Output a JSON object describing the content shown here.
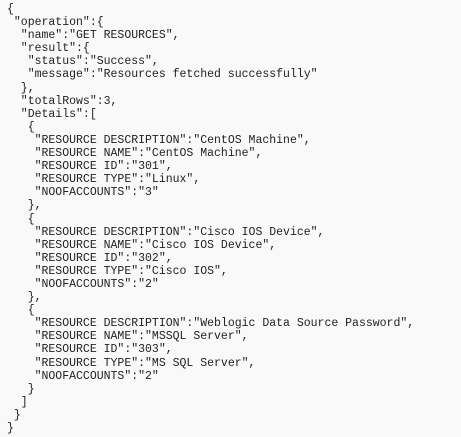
{
  "code": {
    "lines": [
      "{",
      " \"operation\":{",
      "  \"name\":\"GET RESOURCES\",",
      "  \"result\":{",
      "   \"status\":\"Success\",",
      "   \"message\":\"Resources fetched successfully\"",
      "  },",
      "  \"totalRows\":3,",
      "  \"Details\":[",
      "   {",
      "    \"RESOURCE DESCRIPTION\":\"CentOS Machine\",",
      "    \"RESOURCE NAME\":\"CentOS Machine\",",
      "    \"RESOURCE ID\":\"301\",",
      "    \"RESOURCE TYPE\":\"Linux\",",
      "    \"NOOFACCOUNTS\":\"3\"",
      "   },",
      "   {",
      "    \"RESOURCE DESCRIPTION\":\"Cisco IOS Device\",",
      "    \"RESOURCE NAME\":\"Cisco IOS Device\",",
      "    \"RESOURCE ID\":\"302\",",
      "    \"RESOURCE TYPE\":\"Cisco IOS\",",
      "    \"NOOFACCOUNTS\":\"2\"",
      "   },",
      "   {",
      "    \"RESOURCE DESCRIPTION\":\"Weblogic Data Source Password\",",
      "    \"RESOURCE NAME\":\"MSSQL Server\",",
      "    \"RESOURCE ID\":\"303\",",
      "    \"RESOURCE TYPE\":\"MS SQL Server\",",
      "    \"NOOFACCOUNTS\":\"2\"",
      "   }",
      "  ]",
      " }",
      "}"
    ]
  }
}
